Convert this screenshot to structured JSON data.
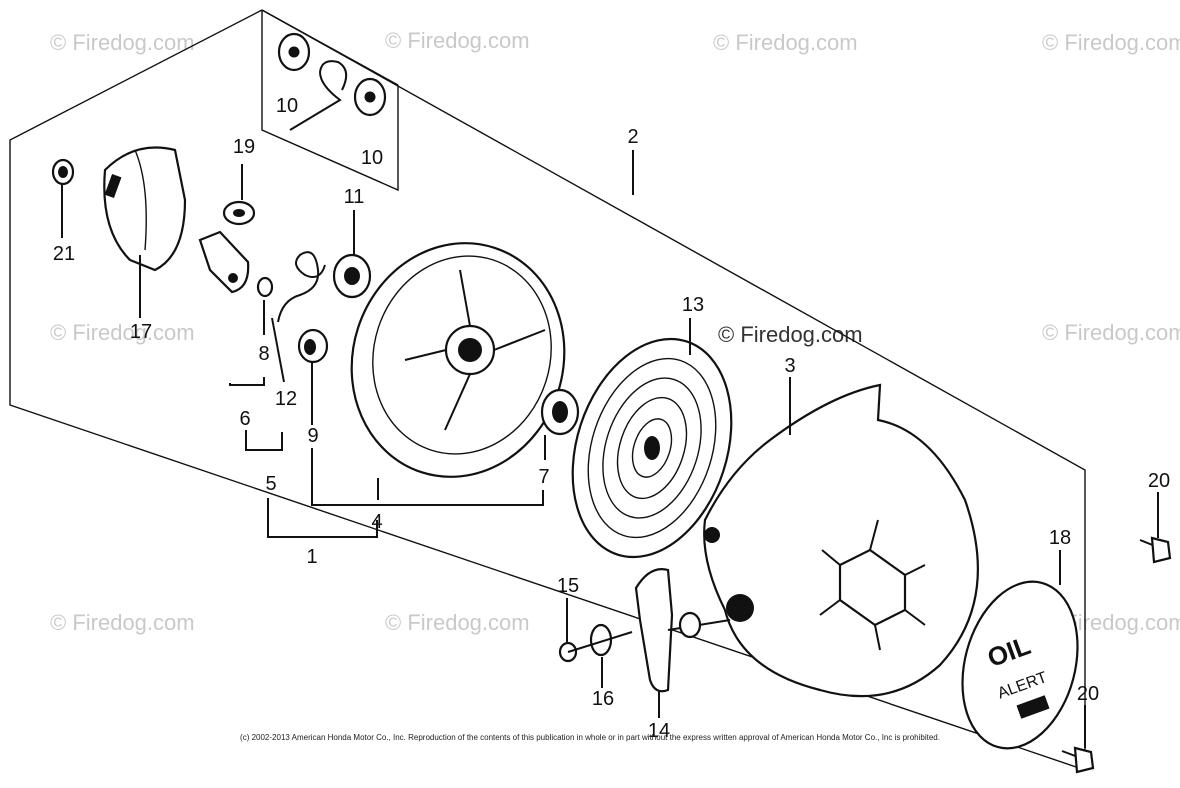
{
  "callouts": {
    "c1": "1",
    "c2": "2",
    "c3": "3",
    "c4": "4",
    "c5": "5",
    "c6": "6",
    "c7": "7",
    "c8": "8",
    "c9": "9",
    "c10a": "10",
    "c10b": "10",
    "c11": "11",
    "c12": "12",
    "c13": "13",
    "c14": "14",
    "c15": "15",
    "c16": "16",
    "c17": "17",
    "c18": "18",
    "c19": "19",
    "c20a": "20",
    "c20b": "20",
    "c21": "21"
  },
  "watermark": "© Firedog.com",
  "badge": {
    "line1": "OIL",
    "line2": "ALERT"
  },
  "copyright": "(c) 2002-2013 American Honda Motor Co., Inc. Reproduction of the contents of this publication in whole or in part without the express written approval of American Honda Motor Co., Inc is prohibited."
}
